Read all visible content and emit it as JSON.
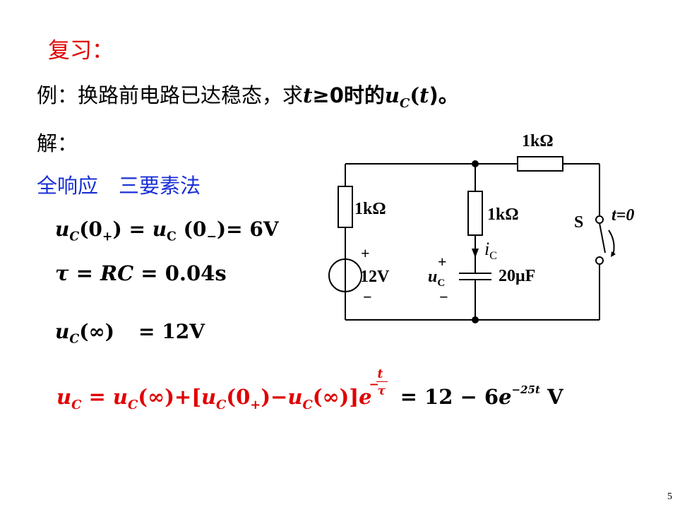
{
  "title": "复习：",
  "problem": {
    "prefix": "例：换路前电路已达稳态，求",
    "t": "t",
    "cond": "≥0时的",
    "u": "u",
    "sub": "C",
    "arg": "(",
    "targ": "t",
    "close": ")。"
  },
  "solution_label": "解：",
  "method": "全响应　三要素法",
  "eq1": {
    "u1": "u",
    "s1": "C",
    "a1": "(0",
    "p1": "+",
    "c1": ")",
    "eq": " = ",
    "u2": "u",
    "s2": "C",
    "a2": " (0",
    "p2": "−",
    "c2": ")= 6V"
  },
  "eq2": {
    "tau": "τ",
    "eq": " = ",
    "rc": "RC",
    "val": " = 0.04s"
  },
  "eq3": {
    "u": "u",
    "s": "C",
    "arg": "(∞)",
    "val": "= 12V"
  },
  "final": {
    "lhs_u": "u",
    "lhs_s": "C",
    "eq": " = ",
    "u1": "u",
    "s1": "C",
    "arg1": "(∞)+[",
    "u2": "u",
    "s2": "C",
    "arg2": "(0",
    "p2": "+",
    "c2": ")−",
    "u3": "u",
    "s3": "C",
    "arg3": "(∞)]",
    "e": "e",
    "exp_num": "t",
    "exp_den": "τ",
    "minus": "−",
    "rhs": " = 12 − 6",
    "e2": "e",
    "exp2": "−25t",
    "unit": " V"
  },
  "circuit": {
    "r_top": "1kΩ",
    "r_left": "1kΩ",
    "r_mid": "1kΩ",
    "source": "12V",
    "source_plus": "+",
    "source_minus": "−",
    "cap": "20μF",
    "cap_plus": "+",
    "cap_minus": "−",
    "uc_u": "u",
    "uc_s": "C",
    "ic_i": "i",
    "ic_s": "C",
    "switch": "S",
    "switch_time": "t=0"
  },
  "page_number": "5"
}
